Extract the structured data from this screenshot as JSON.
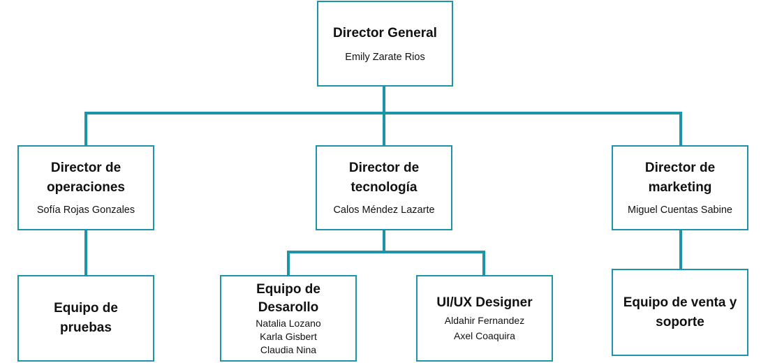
{
  "colors": {
    "connector": "#1e94a9",
    "box_border": "#1e94a9",
    "text": "#111111",
    "background": "#ffffff"
  },
  "director_general": {
    "title": "Director General",
    "name": "Emily Zarate Rios"
  },
  "directors": {
    "operaciones": {
      "title": "Director de operaciones",
      "name": "Sofía Rojas Gonzales"
    },
    "tecnologia": {
      "title": "Director de tecnología",
      "name": "Calos Méndez Lazarte"
    },
    "marketing": {
      "title": "Director de marketing",
      "name": "Miguel Cuentas Sabine"
    }
  },
  "teams": {
    "pruebas": {
      "title": "Equipo de pruebas"
    },
    "desarollo": {
      "title": "Equipo de Desarollo",
      "members": [
        "Natalia Lozano",
        "Karla Gisbert",
        "Claudia Nina"
      ]
    },
    "uiux": {
      "title": "UI/UX Designer",
      "members": [
        "Aldahir Fernandez",
        "Axel Coaquira"
      ]
    },
    "venta": {
      "title": "Equipo de venta y soporte"
    }
  }
}
